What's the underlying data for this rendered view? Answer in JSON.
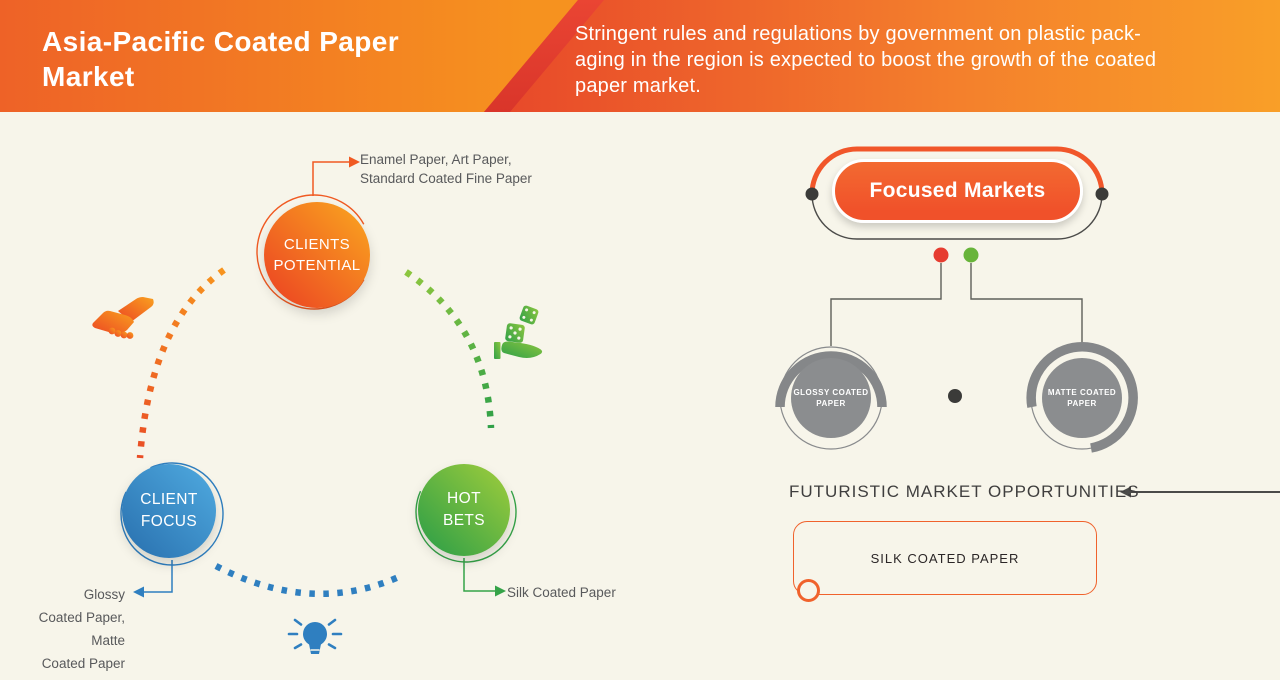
{
  "header": {
    "title_lines": [
      "Asia-Pacific Coated Paper",
      "Market"
    ],
    "description_lines": [
      "Stringent rules and regulations by government on plastic pack-",
      "aging in the region is expected to boost the growth of the coated",
      "paper market."
    ]
  },
  "left": {
    "nodes": [
      {
        "id": "clients-potential",
        "label_lines": [
          "CLIENTS",
          "POTENTIAL"
        ],
        "annotation_lines": [
          "Enamel Paper, Art Paper,",
          "Standard Coated Fine Paper"
        ],
        "color": "#f05a22"
      },
      {
        "id": "client-focus",
        "label_lines": [
          "CLIENT",
          "FOCUS"
        ],
        "annotation_lines": [
          "Glossy",
          "Coated Paper,",
          "Matte",
          "Coated Paper"
        ],
        "color": "#2f7fc0"
      },
      {
        "id": "hot-bets",
        "label_lines": [
          "HOT",
          "BETS"
        ],
        "annotation_lines": [
          "Silk Coated Paper"
        ],
        "color": "#35a348"
      }
    ],
    "icons": [
      "handshake-icon",
      "hand-dice-icon",
      "lightbulb-icon"
    ]
  },
  "right": {
    "focused_markets_label": "Focused Markets",
    "branches": [
      {
        "label_lines": [
          "GLOSSY COATED",
          "PAPER"
        ]
      },
      {
        "label_lines": [
          "MATTE COATED",
          "PAPER"
        ]
      }
    ],
    "heading": "FUTURISTIC MARKET OPPORTUNITIES",
    "box_label": "SILK COATED PAPER"
  },
  "colors": {
    "background": "#f7f5ea",
    "header_orange_left": "#f6921f",
    "header_orange_right": "#f99f28",
    "header_red_stripe": "#e23a2e",
    "accent_orange": "#f1562a",
    "accent_blue": "#2f7fc0",
    "accent_green": "#35a348",
    "node_gray": "#8b8d8f",
    "dot_red": "#e63c30",
    "dot_green": "#68b43a",
    "text_gray": "#58595b",
    "text_dark": "#3f3e3e"
  }
}
